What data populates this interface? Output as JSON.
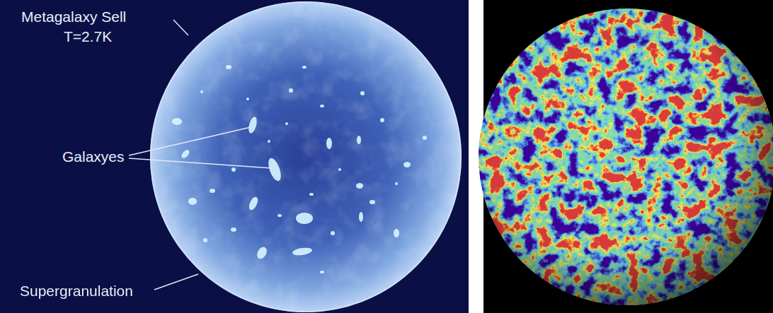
{
  "diagram": {
    "labels": [
      "Metagalaxy Sell",
      "T=2.7K",
      "Galaxyes",
      "Supergranulation"
    ]
  }
}
